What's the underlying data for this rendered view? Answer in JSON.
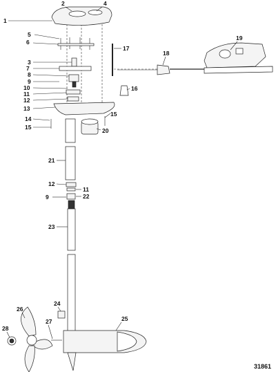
{
  "figure_number": "31861",
  "callouts": [
    "1",
    "2",
    "3",
    "4",
    "5",
    "6",
    "7",
    "8",
    "9",
    "10",
    "11",
    "12",
    "13",
    "14",
    "15",
    "16",
    "17",
    "18",
    "19",
    "20",
    "21",
    "22",
    "23",
    "24",
    "25",
    "26",
    "27",
    "28"
  ]
}
